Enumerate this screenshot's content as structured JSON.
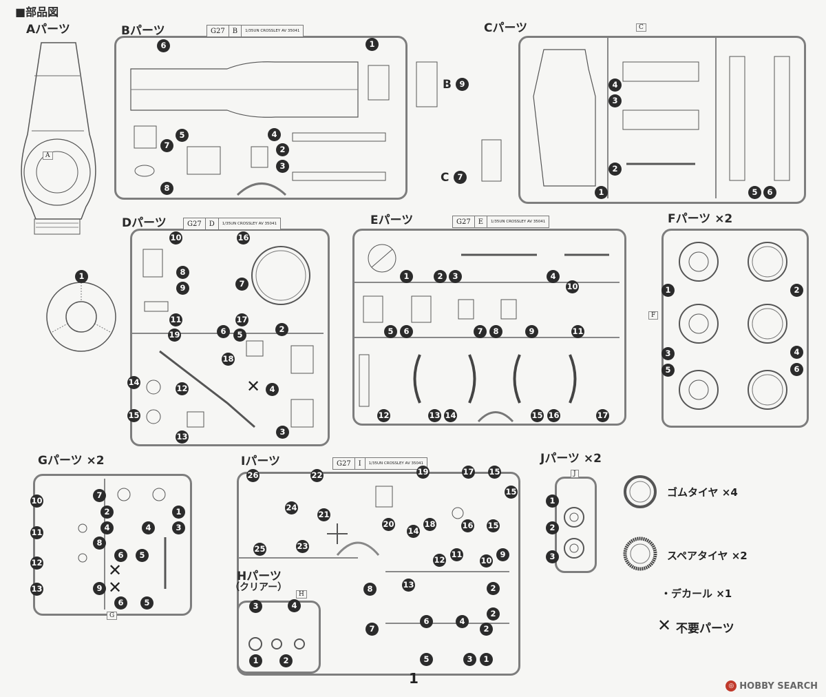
{
  "title": "■部品図",
  "page_number": "1",
  "watermark": "HOBBY SEARCH",
  "parts": {
    "A": {
      "header": "Aパーツ",
      "tag": "A",
      "nums": [
        "1"
      ]
    },
    "B": {
      "header": "Bパーツ",
      "tag_code": "G27",
      "tag_letter": "B",
      "tag_info": "1/35UN CROSSLEY AV 35041",
      "nums": [
        "6",
        "1",
        "5",
        "4",
        "7",
        "2",
        "3",
        "8"
      ],
      "side_label": "B",
      "side_num": "9"
    },
    "C": {
      "header": "Cパーツ",
      "tag": "C",
      "nums": [
        "4",
        "3",
        "2",
        "1",
        "5",
        "6"
      ],
      "side_label": "C",
      "side_num": "7"
    },
    "D": {
      "header": "Dパーツ",
      "tag_code": "G27",
      "tag_letter": "D",
      "tag_info": "1/35UN CROSSLEY AV 35041",
      "nums": [
        "10",
        "8",
        "9",
        "11",
        "19",
        "16",
        "7",
        "17",
        "6",
        "5",
        "18",
        "2",
        "4",
        "14",
        "12",
        "15",
        "13",
        "3"
      ]
    },
    "E": {
      "header": "Eパーツ",
      "tag_code": "G27",
      "tag_letter": "E",
      "tag_info": "1/35UN CROSSLEY AV 35041",
      "nums": [
        "1",
        "2",
        "3",
        "4",
        "10",
        "5",
        "6",
        "7",
        "8",
        "9",
        "11",
        "12",
        "13",
        "14",
        "15",
        "16",
        "17"
      ]
    },
    "F": {
      "header": "Fパーツ ×2",
      "tag": "F",
      "nums": [
        "1",
        "2",
        "3",
        "4",
        "5",
        "6"
      ]
    },
    "G": {
      "header": "Gパーツ ×2",
      "tag": "G",
      "nums": [
        "10",
        "7",
        "2",
        "1",
        "11",
        "4",
        "4",
        "3",
        "8",
        "12",
        "6",
        "5",
        "13",
        "9",
        "6",
        "5"
      ]
    },
    "H": {
      "header": "Hパーツ",
      "sub": "（クリアー）",
      "tag": "H",
      "nums": [
        "3",
        "4",
        "1",
        "2"
      ]
    },
    "I": {
      "header": "Iパーツ",
      "tag_code": "G27",
      "tag_letter": "I",
      "tag_info": "1/35UN CROSSLEY AV 35041",
      "nums": [
        "26",
        "22",
        "19",
        "17",
        "15",
        "15",
        "24",
        "21",
        "20",
        "18",
        "14",
        "16",
        "15",
        "25",
        "23",
        "12",
        "11",
        "10",
        "9",
        "8",
        "13",
        "2",
        "6",
        "4",
        "2",
        "7",
        "2",
        "5",
        "3",
        "1"
      ]
    },
    "J": {
      "header": "Jパーツ ×2",
      "tag": "J",
      "nums": [
        "1",
        "2",
        "3"
      ]
    }
  },
  "legend": {
    "rubber_tire": "ゴムタイヤ ×4",
    "spare_tire": "スペアタイヤ ×2",
    "decal": "・デカール ×1",
    "unneeded": "不要パーツ"
  }
}
